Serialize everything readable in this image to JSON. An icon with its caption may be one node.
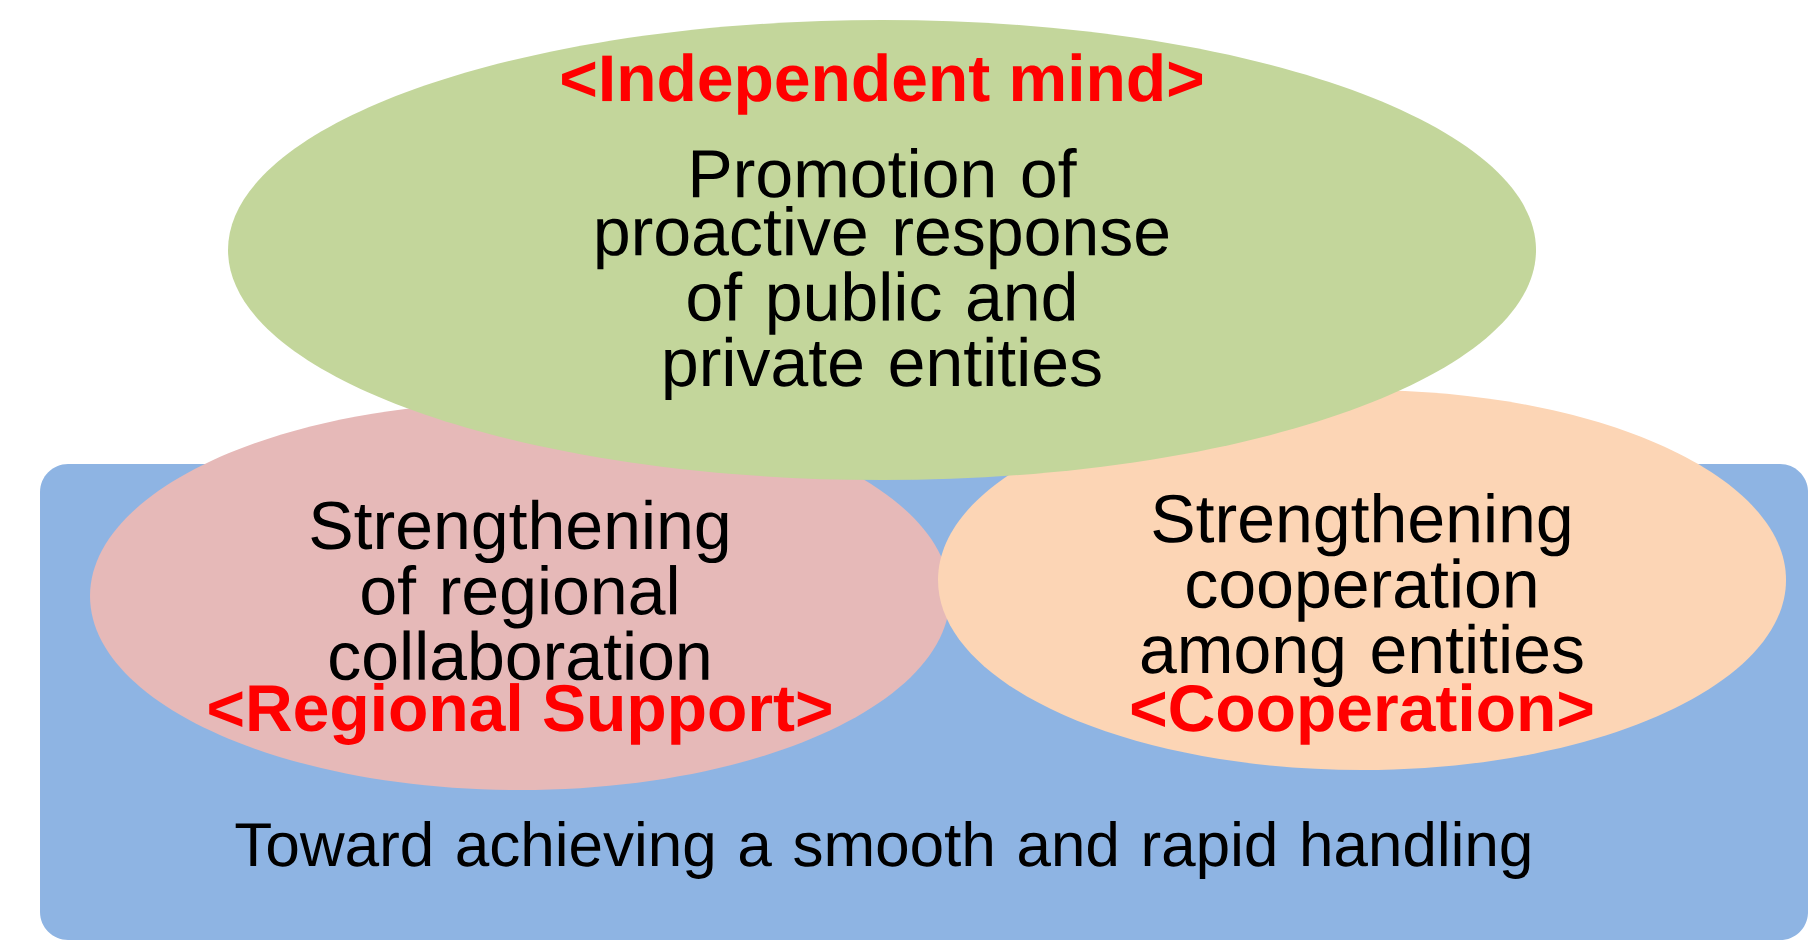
{
  "diagram": {
    "nodes": [
      {
        "text": [
          "<Independent mind>",
          "Promotion of proactive response of public and private entities"
        ]
      },
      {
        "text": [
          "Strengthening of regional collaboration",
          "<Regional Support>"
        ]
      },
      {
        "text": [
          "Strengthening cooperation among entities",
          "<Cooperation>"
        ]
      },
      {
        "text": [
          "Toward achieving a smooth and rapid handling"
        ]
      }
    ]
  }
}
